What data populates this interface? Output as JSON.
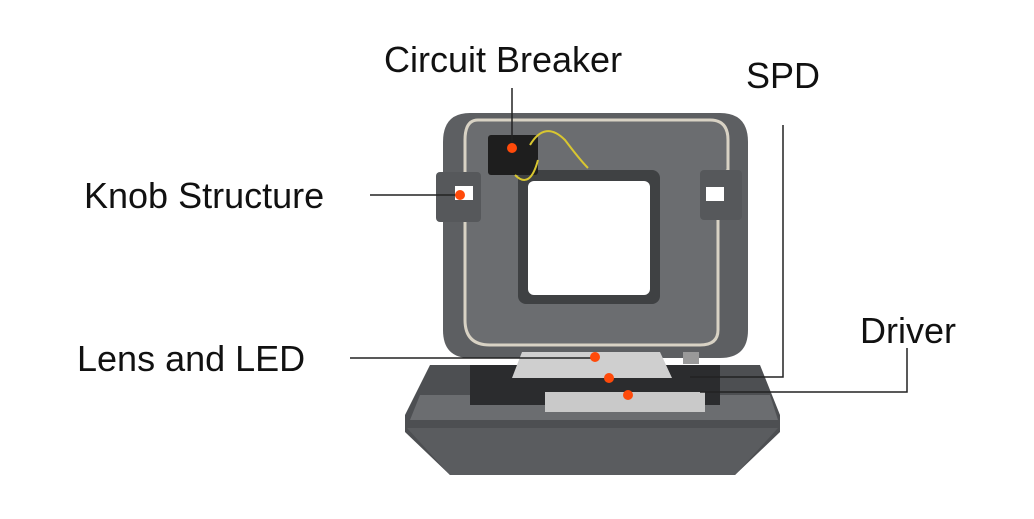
{
  "title": "Luminaire internal structure",
  "labels": {
    "circuit_breaker": "Circuit Breaker",
    "spd": "SPD",
    "knob_structure": "Knob Structure",
    "driver": "Driver",
    "lens_led": "Lens and LED"
  },
  "colors": {
    "marker": "#ff4a0a",
    "housing": "#5b5d60",
    "line": "#222222"
  }
}
